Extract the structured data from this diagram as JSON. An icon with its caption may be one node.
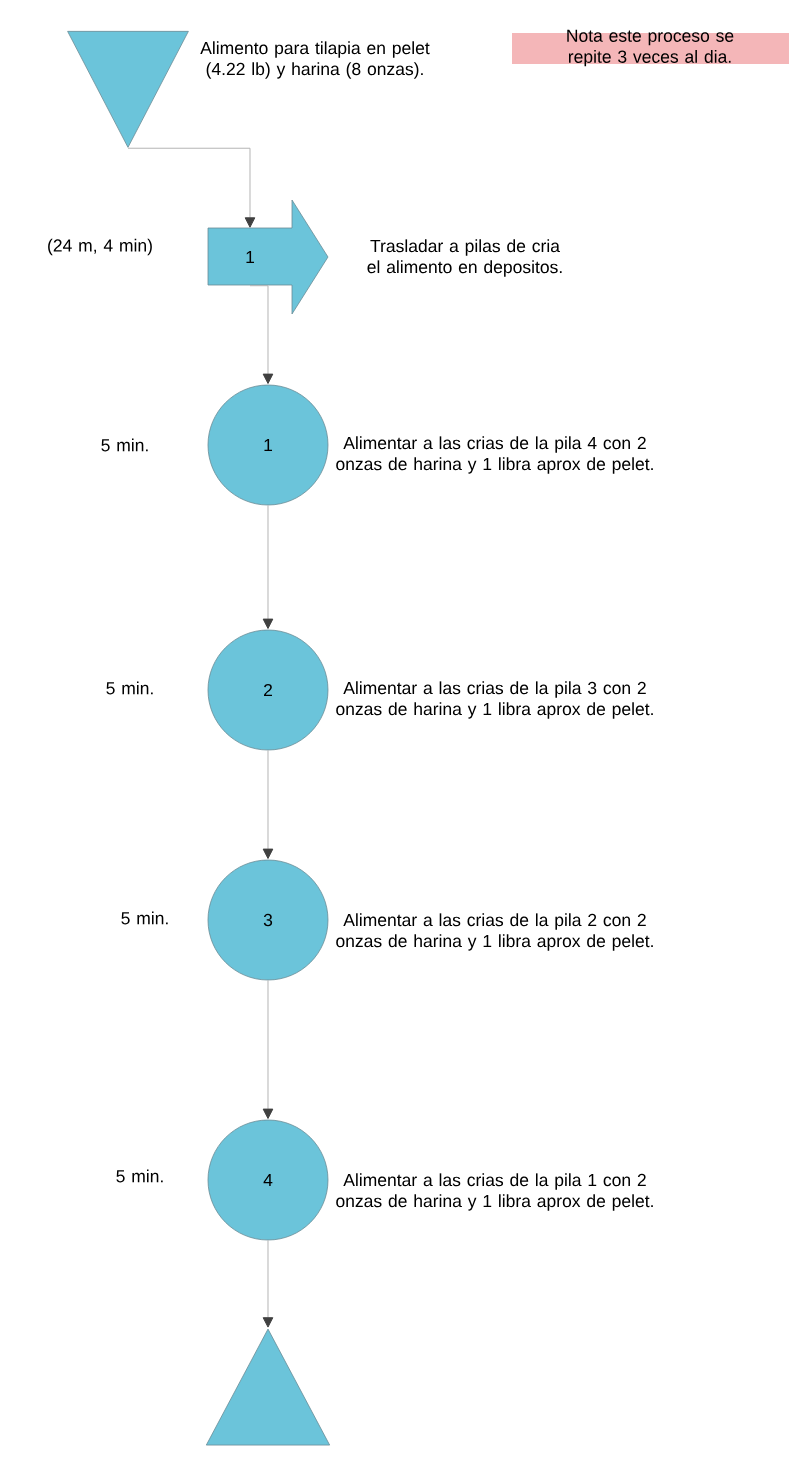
{
  "diagram": {
    "nodes": [
      {
        "text": [],
        "shape": "triangle",
        "beside": [
          "Alimento para tilapia en pelet (4.22 lb) y harina (8 onzas)."
        ]
      },
      {
        "text": [
          "1"
        ],
        "beside": [
          "(24 m, 4 min)",
          "Trasladar a pilas de cria el alimento en depositos."
        ]
      },
      {
        "text": [
          "1"
        ],
        "beside": [
          "5 min.",
          "Alimentar a las crias de la pila 4 con 2 onzas de harina y 1 libra aprox de pelet."
        ]
      },
      {
        "text": [
          "2"
        ],
        "beside": [
          "5 min.",
          "Alimentar a las crias de la pila 3 con 2 onzas de harina y 1 libra aprox de pelet."
        ]
      },
      {
        "text": [
          "3"
        ],
        "beside": [
          "5 min.",
          "Alimentar a las crias de la pila 2 con 2 onzas de harina y 1 libra aprox de pelet."
        ]
      },
      {
        "text": [
          "4"
        ],
        "beside": [
          "5 min.",
          "Alimentar a las crias de la pila 1 con 2 onzas de harina y 1 libra aprox de pelet."
        ]
      },
      {
        "text": [],
        "shape": "triangle"
      },
      {
        "text": [
          "Nota este proceso se repite 3 veces al dia."
        ]
      }
    ],
    "edges": [
      {
        "from": 0,
        "to": 1,
        "arrow": "to"
      },
      {
        "from": 1,
        "to": 2,
        "arrow": "to"
      },
      {
        "from": 2,
        "to": 3,
        "arrow": "to"
      },
      {
        "from": 3,
        "to": 4,
        "arrow": "to"
      },
      {
        "from": 4,
        "to": 5,
        "arrow": "to"
      },
      {
        "from": 5,
        "to": 6,
        "arrow": "to"
      }
    ]
  }
}
